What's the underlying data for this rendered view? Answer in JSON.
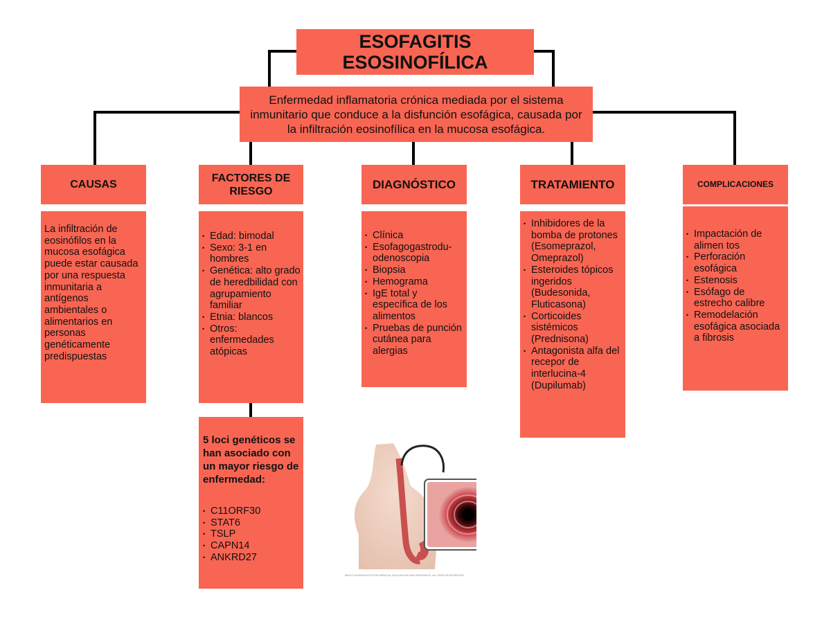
{
  "title": {
    "line1": "ESOFAGITIS",
    "line2": "ESOSINOFÍLICA"
  },
  "definition": "Enfermedad inflamatoria crónica mediada por el sistema inmunitario que conduce a la disfunción esofágica, causada por la infiltración eosinofílica en la mucosa esofágica.",
  "columns": [
    {
      "heading": "CAUSAS",
      "text": "La infiltración de eosinófilos en la mucosa esofágica puede estar causada por una respuesta inmunitaria a antígenos ambientales o alimentarios en personas genéticamente predispuestas"
    },
    {
      "heading": "FACTORES DE RIESGO",
      "items": [
        "Edad: bimodal",
        "Sexo: 3-1 en hombres",
        "Genética: alto grado de heredbilidad con agrupamiento familiar",
        "Etnia: blancos",
        "Otros: enfermedades atópicas"
      ]
    },
    {
      "heading": "DIAGNÓSTICO",
      "items": [
        "Clínica",
        "Esofagogastrodu­odenoscopia",
        "Biopsia",
        "Hemograma",
        "IgE total y específica de los alimentos",
        "Pruebas de punción cutánea para alergias"
      ]
    },
    {
      "heading": "TRATAMIENTO",
      "items": [
        "Inhibidores de la bomba de protones (Esomeprazol, Omeprazol)",
        "Esteroides tópicos ingeridos (Budesonida, Fluticasona)",
        "Corticoides sistémicos (Prednisona)",
        "Antagonista alfa del recepor de interlucina-4 (Dupilumab)"
      ]
    },
    {
      "heading": "COMPLICACIONES",
      "items": [
        "Impactación de alimen tos",
        "Perforación esofágica",
        "Estenosis",
        "Esófago de estrecho calibre",
        "Remodelación esofágica asociada a fibrosis"
      ]
    }
  ],
  "genes": {
    "title": "5 loci genéticos se han asociado con un mayor riesgo de enfermedad:",
    "items": [
      "C11ORF30",
      "STAT6",
      "TSLP",
      "CAPN14",
      "ANKRD27"
    ]
  },
  "illustration": {
    "caption": "MAYO FOUNDATION FOR MEDICAL EDUCATION AND RESEARCH. ALL RIGHTS RESERVED."
  },
  "colors": {
    "box": "#f96553",
    "line": "#000000"
  }
}
